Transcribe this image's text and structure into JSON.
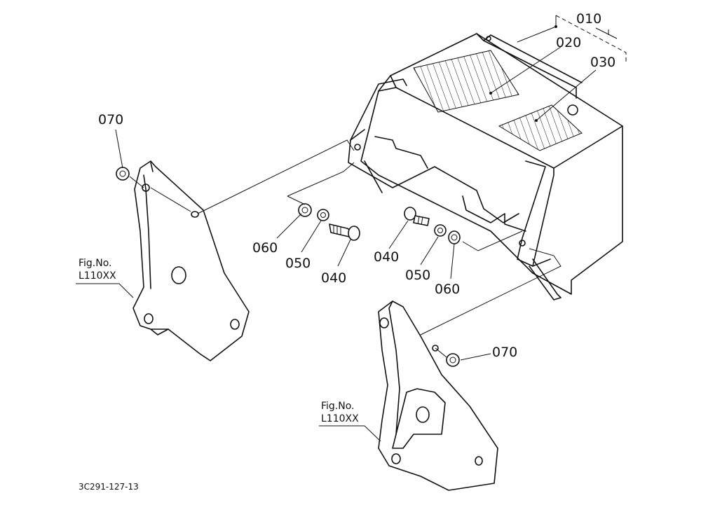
{
  "callouts": {
    "p010": "010",
    "p020": "020",
    "p030": "030",
    "p040_left": "040",
    "p040_right": "040",
    "p050_left": "050",
    "p050_right": "050",
    "p060_left": "060",
    "p060_right": "060",
    "p070_left": "070",
    "p070_right": "070"
  },
  "figure_refs": {
    "left": {
      "line1": "Fig.No.",
      "line2": "L110XX"
    },
    "right": {
      "line1": "Fig.No.",
      "line2": "L110XX"
    }
  },
  "drawing_code": "3C291-127-13"
}
